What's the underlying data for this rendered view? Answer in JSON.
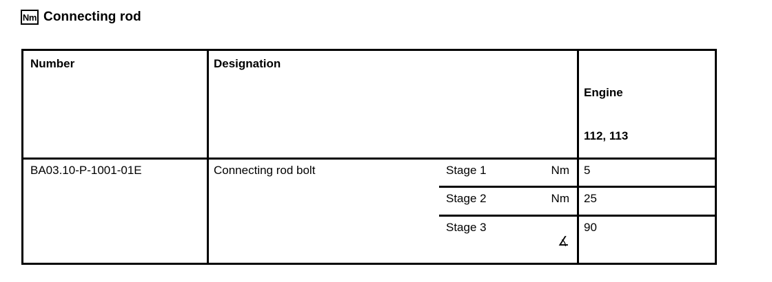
{
  "title": {
    "icon_label": "Nm",
    "icon_name": "nm-torque-icon",
    "text": "Connecting rod"
  },
  "table": {
    "headers": {
      "number": "Number",
      "designation": "Designation",
      "engine_line1": "Engine",
      "engine_line2": "112, 113"
    },
    "row": {
      "number": "BA03.10-P-1001-01E",
      "designation": "Connecting rod bolt"
    },
    "stages": [
      {
        "label": "Stage 1",
        "unit": "Nm",
        "unit_icon": "",
        "value": "5"
      },
      {
        "label": "Stage 2",
        "unit": "Nm",
        "unit_icon": "",
        "value": "25"
      },
      {
        "label": "Stage 3",
        "unit": "∡",
        "unit_icon": "angle-degree-icon",
        "value": "90"
      }
    ]
  },
  "colors": {
    "border": "#000000",
    "background": "#ffffff",
    "text": "#000000"
  }
}
